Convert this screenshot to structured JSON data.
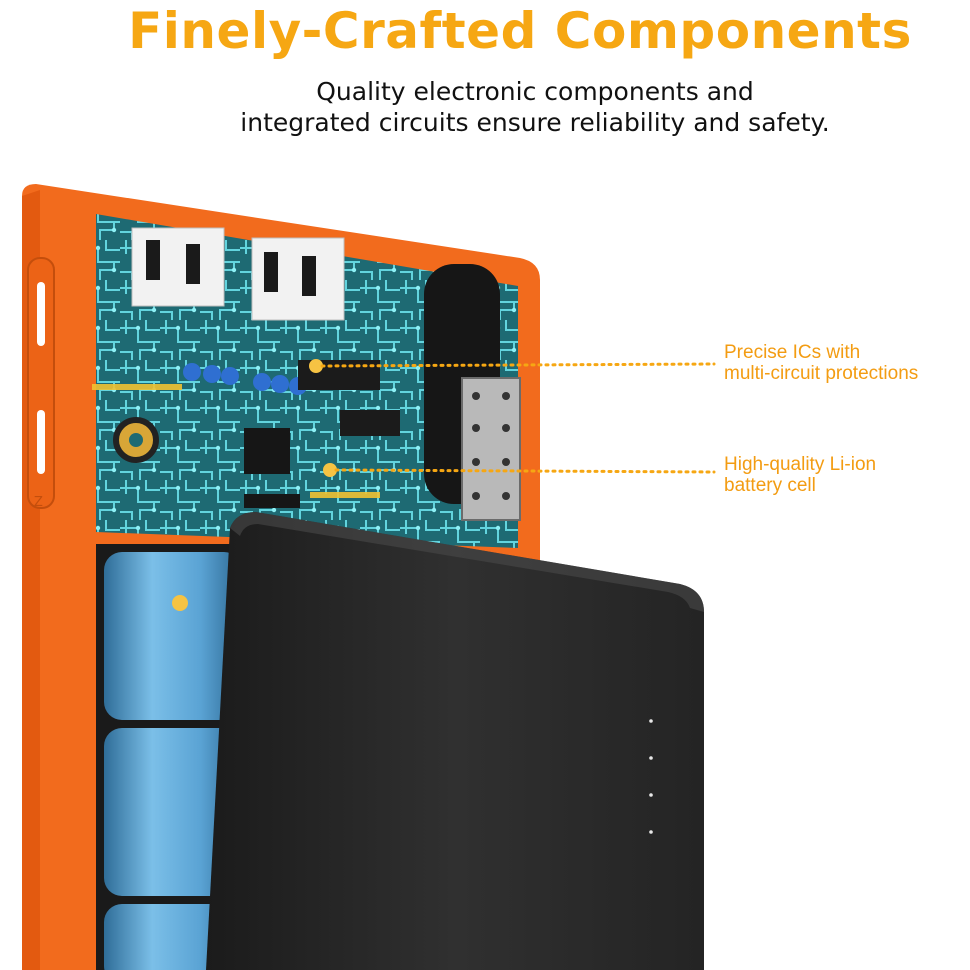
{
  "headline": "Finely-Crafted Components",
  "subtitle": {
    "line1": "Quality electronic components and",
    "line2": "integrated circuits ensure reliability and safety."
  },
  "callouts": [
    {
      "line1": "Precise ICs with",
      "line2": "multi-circuit protections"
    },
    {
      "line1": "High-quality Li-ion",
      "line2": "battery cell"
    }
  ],
  "colors": {
    "accent": "#f6a713",
    "casing": "#f26b1d",
    "board": "#1f6f79",
    "traces": "#5fd3de",
    "cells": "#5ea7d8",
    "cover": "#2b2b2b"
  }
}
